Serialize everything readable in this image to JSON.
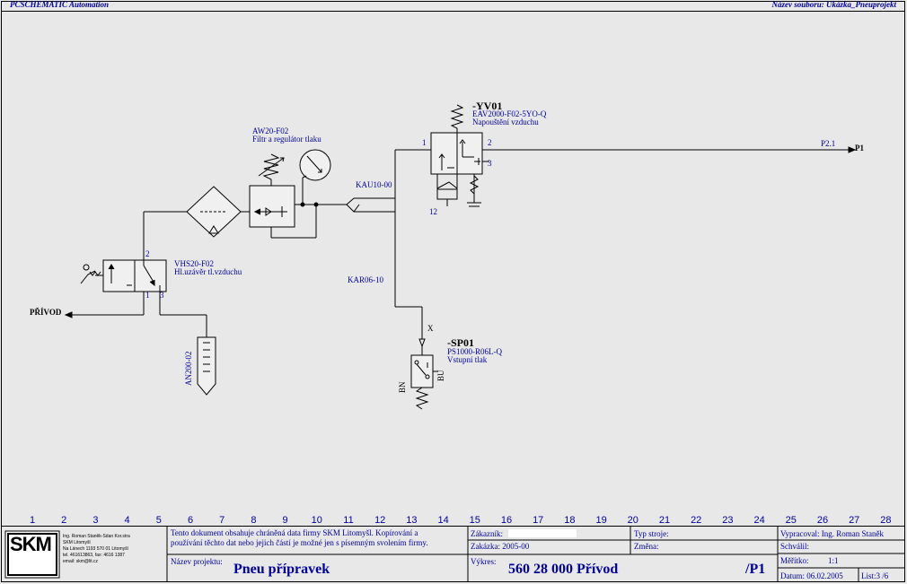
{
  "header": {
    "app_title": "PCSCHEMATIC Automation",
    "file_name": "Název souboru: Ukázka_Pneuprojekt"
  },
  "components": {
    "yv01": {
      "tag": "-YV01",
      "code": "EAV2000-F02-5YO-Q",
      "desc": "Napouštění vzduchu",
      "port1": "1",
      "port2": "2",
      "port3": "3",
      "port12": "12"
    },
    "aw20": {
      "code": "AW20-F02",
      "desc": "Filtr a regulátor tlaku"
    },
    "kau": "KAU10-00",
    "kar": "KAR06-10",
    "p21": "P2.1",
    "p1": "P1",
    "vhs": {
      "code": "VHS20-F02",
      "desc": "Hl.uzávěr tl.vzduchu",
      "port1": "1",
      "port2": "2",
      "port3": "3"
    },
    "privod": "PŘÍVOD",
    "an": "AN200-02",
    "sp01": {
      "tag": "-SP01",
      "code": "PS1000-R06L-Q",
      "desc": "Vstupní tlak",
      "x": "X",
      "bn": "BN",
      "bu": "BU"
    }
  },
  "columns": [
    "1",
    "2",
    "3",
    "4",
    "5",
    "6",
    "7",
    "8",
    "9",
    "10",
    "11",
    "12",
    "13",
    "14",
    "15",
    "16",
    "17",
    "18",
    "19",
    "20",
    "21",
    "22",
    "23",
    "24",
    "25",
    "26",
    "27",
    "28"
  ],
  "title_block": {
    "company_lines": [
      "Ing. Roman Staněk-Sdan Kor.stra",
      "SKM Litomyšl",
      "Na Lánech 1193 570 01 Litomyšl",
      "tel. 461613863, fax: 4616 1387",
      "email: skm@lit.cz"
    ],
    "notice": [
      "Tento dokument obsahuje chráněná data firmy SKM Litomyšl. Kopírování a",
      "používání těchto dat nebo jejich částí je možné jen s písemným svolením firmy."
    ],
    "customer_label": "Zákazník:",
    "order": "Zakázka: 2005-00",
    "machine_type": "Typ stroje:",
    "change": "Změna:",
    "drawn_by": "Vypracoval: Ing. Roman Staněk",
    "approved": "Schválil:",
    "scale_label": "Měřítko:",
    "scale_value": "1:1",
    "date": "Datum: 06.02.2005",
    "sheet": "List:3 /6",
    "project_label": "Název projektu:",
    "project_name": "Pneu přípravek",
    "drawing_label": "Výkres:",
    "drawing_name": "560 28 000 Přívod",
    "drawing_page": "/P1",
    "logo": "SKM"
  }
}
